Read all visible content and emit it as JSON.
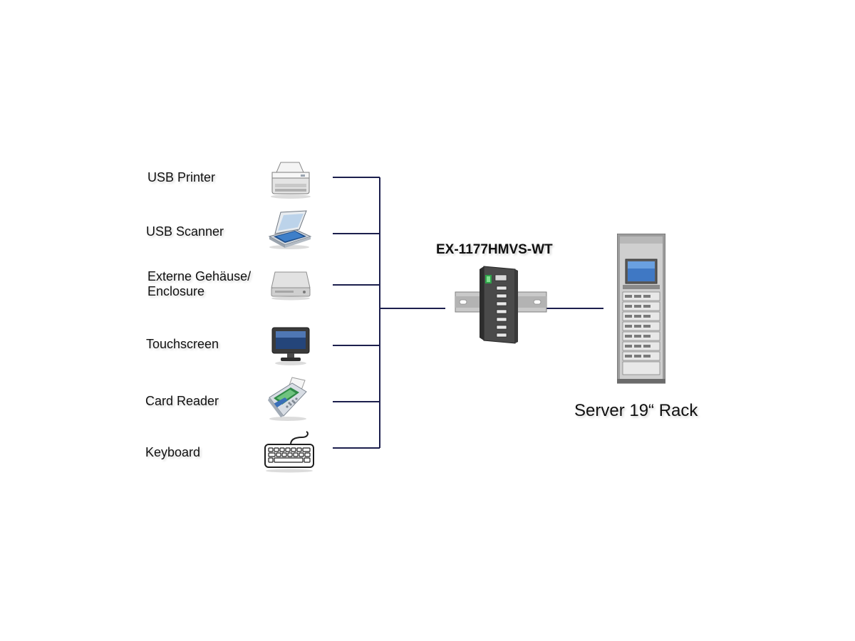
{
  "devices": [
    {
      "label": "USB Printer",
      "icon": "printer-icon"
    },
    {
      "label": "USB Scanner",
      "icon": "scanner-icon"
    },
    {
      "label_line1": "Externe Gehäuse/",
      "label_line2": "Enclosure",
      "icon": "hard-drive-enclosure-icon"
    },
    {
      "label": "Touchscreen",
      "icon": "touchscreen-monitor-icon"
    },
    {
      "label": "Card Reader",
      "icon": "card-reader-icon"
    },
    {
      "label": "Keyboard",
      "icon": "keyboard-icon"
    }
  ],
  "hub": {
    "label": "EX-1177HMVS-WT",
    "icon": "usb-hub-icon"
  },
  "server": {
    "label": "Server 19“ Rack",
    "icon": "server-rack-icon"
  },
  "colors": {
    "line": "#1c1f4d",
    "text": "#111111"
  }
}
